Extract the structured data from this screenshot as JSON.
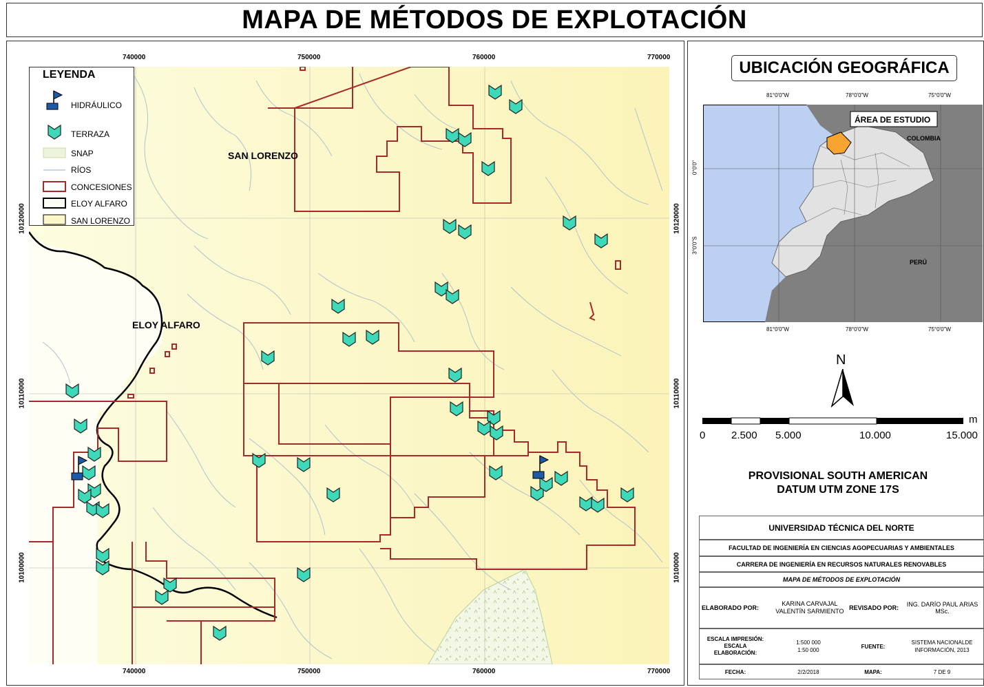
{
  "title": "MAPA DE MÉTODOS DE EXPLOTACIÓN",
  "map": {
    "x_ticks": [
      "740000",
      "750000",
      "760000",
      "770000"
    ],
    "y_ticks": [
      "10120000",
      "10110000",
      "10100000"
    ],
    "places": {
      "san_lorenzo": "SAN LORENZO",
      "eloy_alfaro": "ELOY ALFARO"
    },
    "colors": {
      "background": "#fbfbd3",
      "concession": "#a52a2a",
      "river": "#9fb4c4",
      "terraza": "#3ed9b8",
      "hidraulico": "#1e5aa8",
      "boundary": "#000000"
    }
  },
  "legend": {
    "title": "LEYENDA",
    "items": {
      "hidraulico": "HIDRÁULICO",
      "terraza": "TERRAZA",
      "snap": "SNAP",
      "rios": "RÍOS",
      "concesiones": "CONCESIONES",
      "eloy_alfaro": "ELOY ALFARO",
      "san_lorenzo": "SAN LORENZO"
    }
  },
  "location": {
    "title": "UBICACIÓN GEOGRÁFICA",
    "study_area": "ÁREA DE ESTUDIO",
    "colombia": "COLOMBIA",
    "peru": "PERÚ",
    "lon_ticks": [
      "81°0'0\"W",
      "78°0'0\"W",
      "75°0'0\"W"
    ],
    "lat_ticks": [
      "0°0'0\"",
      "3°0'0\"S"
    ]
  },
  "north": "N",
  "scale": {
    "labels": [
      "0",
      "2.500",
      "5.000",
      "10.000",
      "15.000"
    ],
    "unit": "m"
  },
  "datum": {
    "line1": "PROVISIONAL SOUTH AMERICAN",
    "line2": "DATUM UTM ZONE 17S"
  },
  "info": {
    "university": "UNIVERSIDAD TÉCNICA DEL NORTE",
    "faculty": "FACULTAD DE INGENIERÍA EN CIENCIAS AGOPECUARIAS Y AMBIENTALES",
    "career": "CARRERA DE INGENIERÍA EN RECURSOS NATURALES RENOVABLES",
    "map_name": "MAPA DE MÉTODOS DE EXPLOTACIÓN",
    "elaborado_label": "ELABORADO POR:",
    "elaborado_value1": "KARINA CARVAJAL",
    "elaborado_value2": "VALENTÍN SARMIENTO",
    "revisado_label": "REVISADO POR:",
    "revisado_value": "ING. DARÍO PAUL ARIAS MSc.",
    "escala_label1": "ESCALA IMPRESIÓN:",
    "escala_label2": "ESCALA",
    "escala_label3": "ELABORACIÓN:",
    "escala_value1": "1:500 000",
    "escala_value2": "1:50 000",
    "fuente_label": "FUENTE:",
    "fuente_value1": "SISTEMA NACIONALDE",
    "fuente_value2": "INFORMACIÓN, 2013",
    "fecha_label": "FECHA:",
    "fecha_value": "2/2/2018",
    "mapa_label": "MAPA:",
    "mapa_value": "7 DE 9"
  }
}
